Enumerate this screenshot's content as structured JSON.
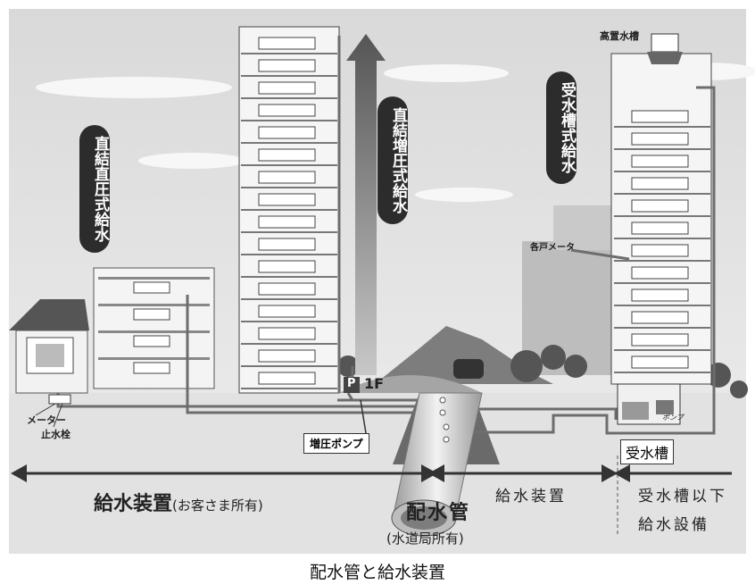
{
  "labels": {
    "direct_pressure": "直結直圧式給水",
    "direct_boost": "直結増圧式給水",
    "tank_supply": "受水槽式給水",
    "elevated_tank": "高置水槽",
    "unit_meter": "各戸メータ",
    "floor_1f": "1F",
    "parking": "P",
    "meter": "メーター",
    "stop_valve": "止水栓",
    "boost_pump": "増圧ポンプ",
    "receiving_tank": "受水槽",
    "pump": "ポンプ",
    "section_customer_main": "給水装置",
    "section_customer_sub": "(お客さま所有)",
    "section_mid": "給水装置",
    "main_pipe": "配水管",
    "main_pipe_owner": "(水道局所有)",
    "section_right_1": "受水槽以下",
    "section_right_2": "給水設備"
  },
  "caption": "配水管と給水装置"
}
